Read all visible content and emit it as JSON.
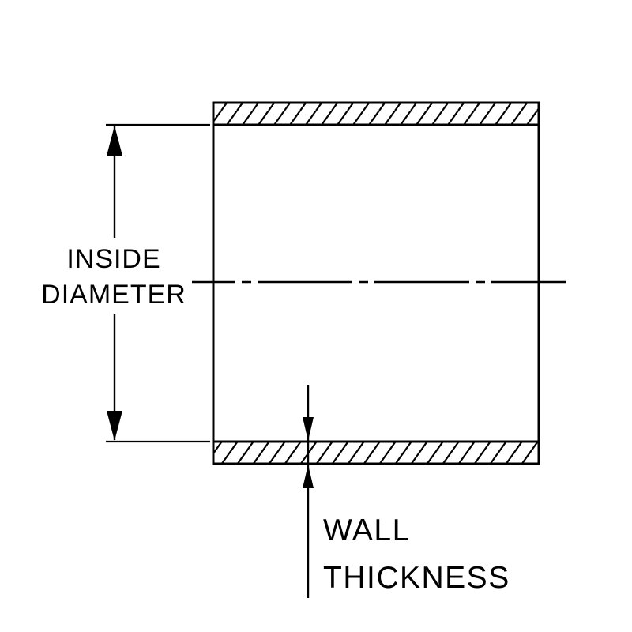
{
  "colors": {
    "ink": "#000000",
    "background": "#ffffff"
  },
  "labels": {
    "inside_diameter_line1": "INSIDE",
    "inside_diameter_line2": "DIAMETER",
    "wall_thickness_line1": "WALL",
    "wall_thickness_line2": "THICKNESS"
  }
}
